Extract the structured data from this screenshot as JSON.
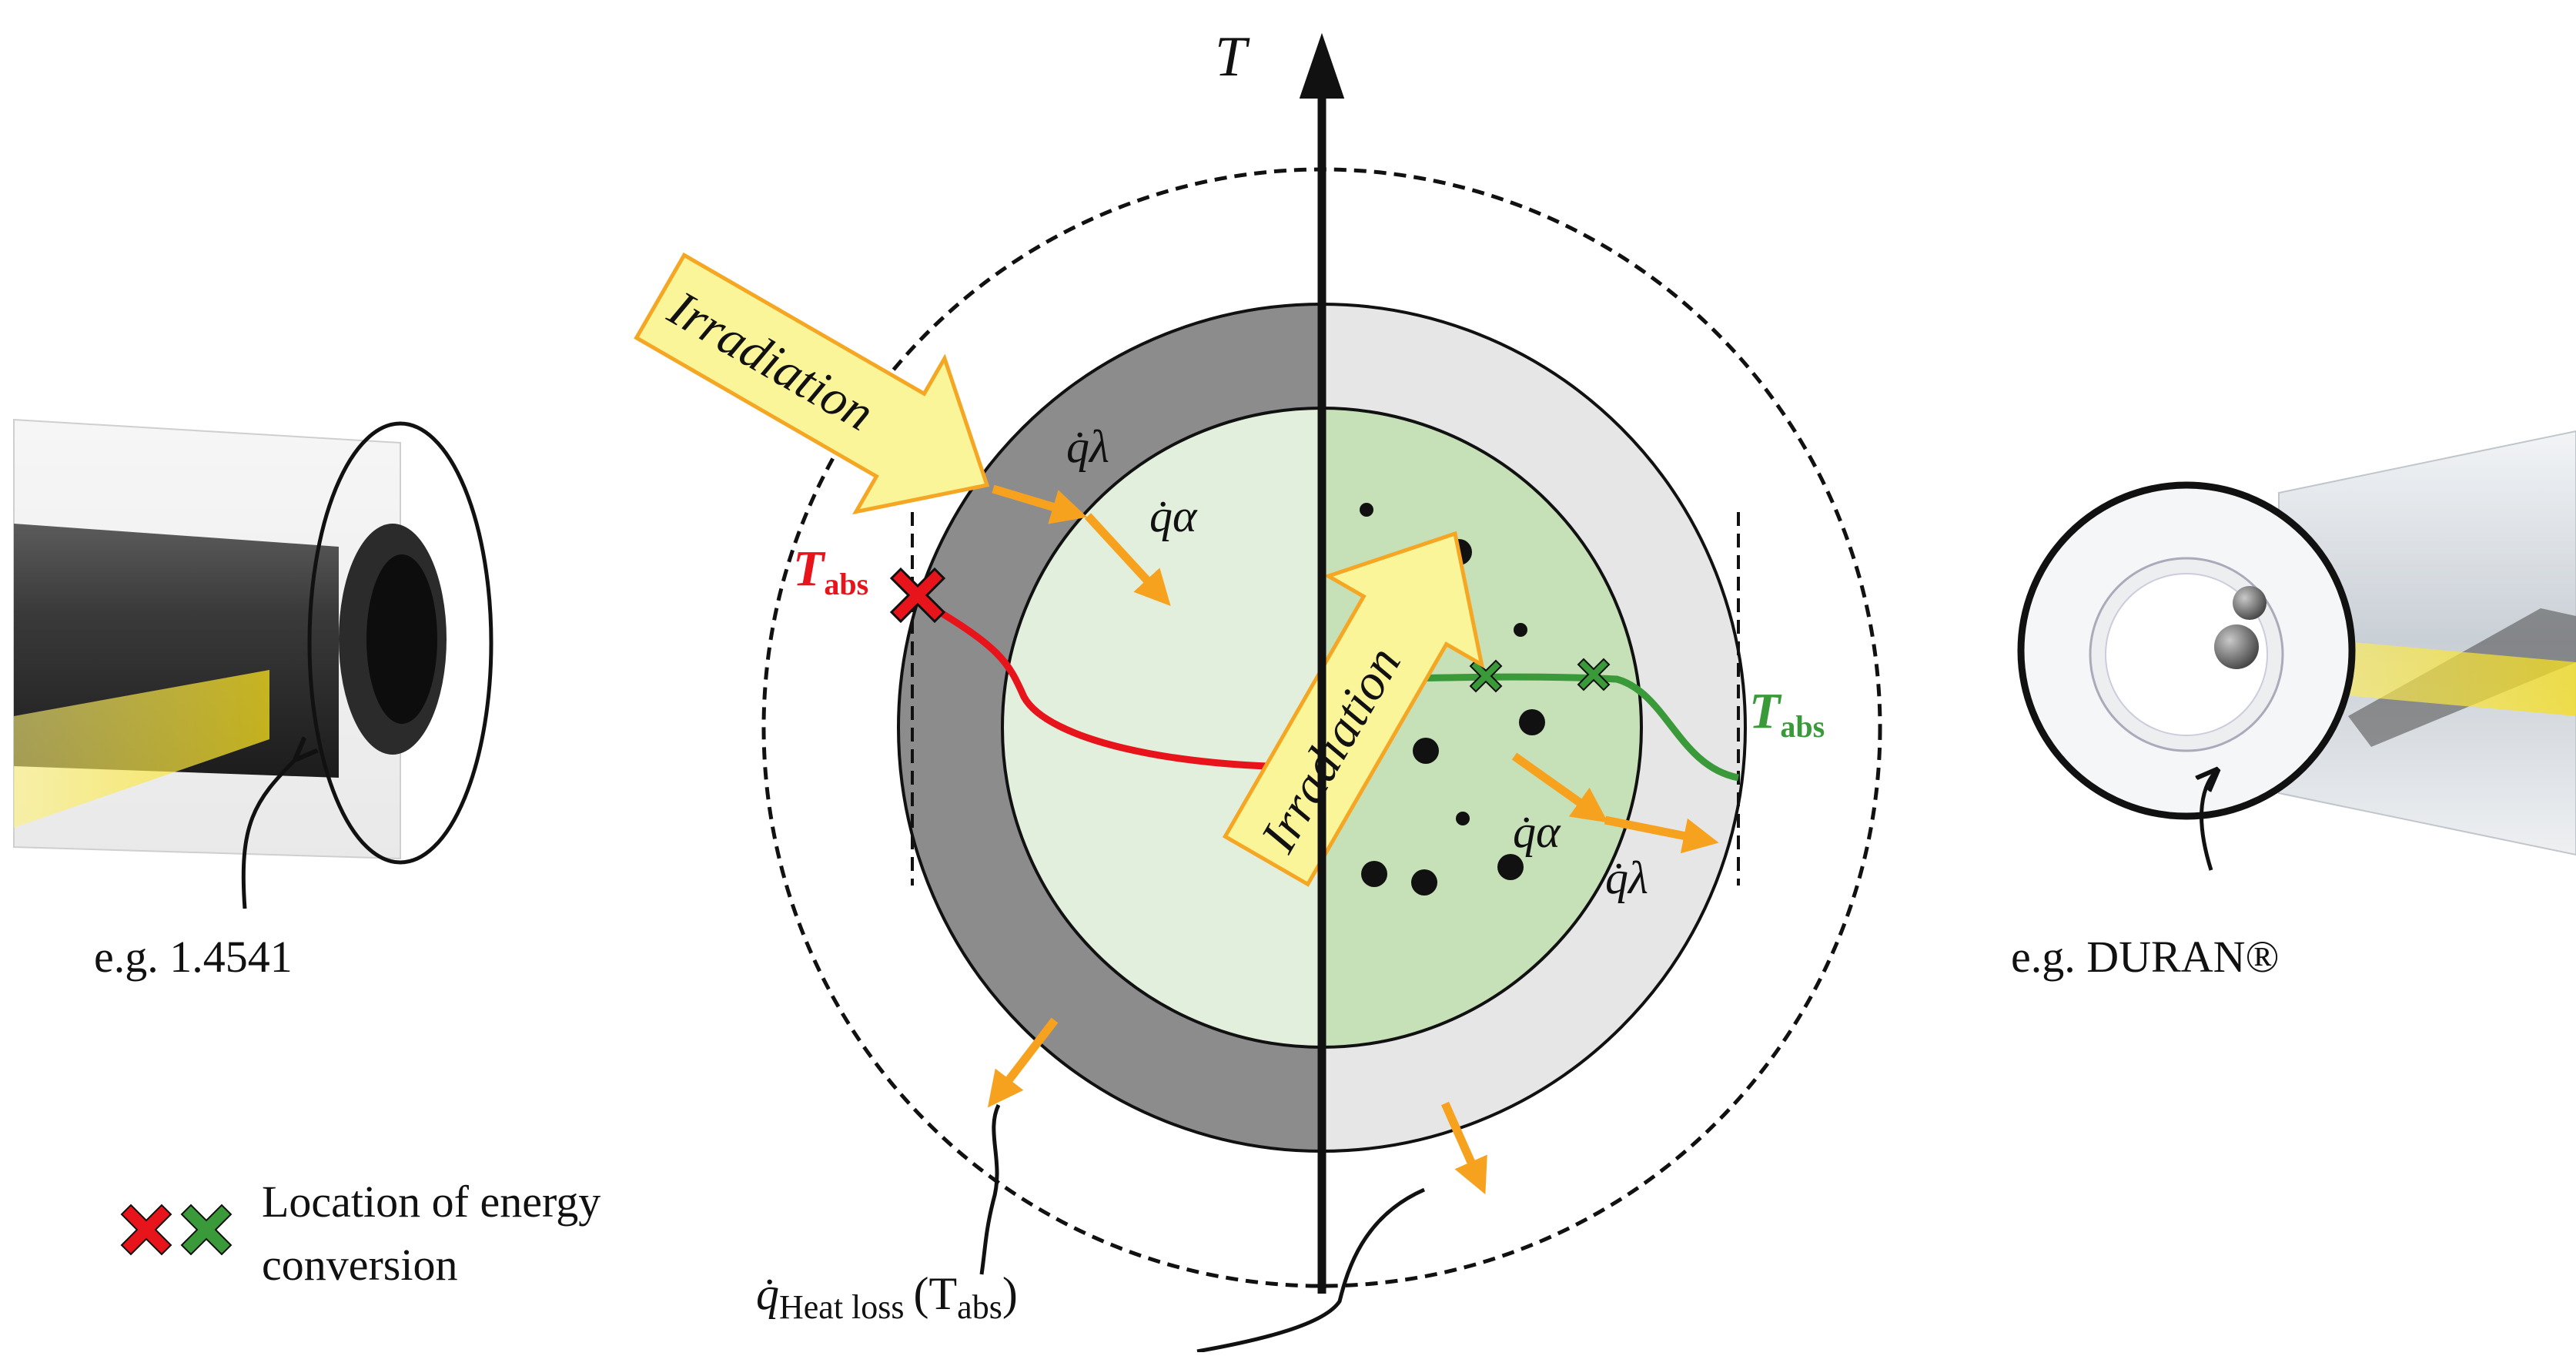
{
  "axis": {
    "label": "T"
  },
  "irradiation_label": "Irradiation",
  "temperature_label": {
    "main": "T",
    "sub": "abs"
  },
  "flux_labels": {
    "lambda": "q̇λ",
    "alpha": "q̇α"
  },
  "heat_loss": {
    "q": "q̇",
    "sub": "Heat loss",
    "arg": "(T",
    "arg_sub": "abs",
    "close": ")"
  },
  "left_tube": {
    "material": "e.g. 1.4541"
  },
  "right_tube": {
    "material": "e.g. DURAN®"
  },
  "legend": {
    "line1": "Location of energy",
    "line2": "conversion"
  },
  "colors": {
    "red_profile": "#e8141b",
    "green_profile": "#3a9a3a",
    "arrow_orange": "#f7a21e",
    "shell_dark": "#8c8c8c",
    "shell_light": "#e6e6e6",
    "core_left": "#e2efdc",
    "core_right": "#c6e0b8",
    "irradiation_fill": "#fbf59a",
    "irradiation_stroke": "#f5a623"
  },
  "icons": [
    "red-cross-icon",
    "green-cross-icon",
    "orange-arrow-icon",
    "irradiation-arrow-icon"
  ]
}
